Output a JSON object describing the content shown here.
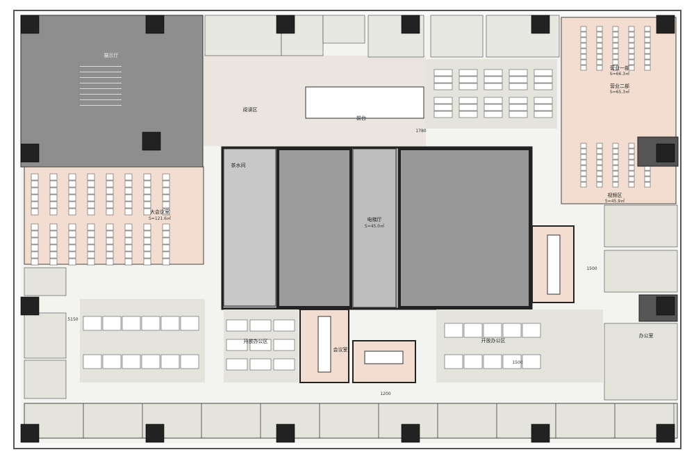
{
  "plan": {
    "rooms": {
      "showroom": "展示厅",
      "big_meeting": "大会议室",
      "elevator_hall": "电梯厅",
      "open_office_left": "开放办公区",
      "open_office_right": "开放办公区",
      "sales_one": "营业一部",
      "sales_two": "营业二部",
      "video_area": "视频区",
      "reception": "前台",
      "meeting_small": "会议室",
      "office": "办公室",
      "pantry": "茶水间",
      "reading": "阅读区"
    },
    "areas": {
      "sales_one": "S=66.3㎡",
      "sales_two": "S=65.3㎡",
      "video_area": "S=45.9㎡",
      "big_meeting": "S=121.6㎡",
      "elevator_hall": "S=45.0㎡"
    },
    "dimensions": [
      "1500",
      "5150",
      "1200",
      "1780",
      "1500"
    ],
    "colors": {
      "beige": "#f2ddd0",
      "light": "#eae6df",
      "core": "#a9a9a9",
      "wall": "#1e1e1e",
      "grey_room": "#8e8e8e",
      "office_bg": "#e4e4dc"
    }
  }
}
